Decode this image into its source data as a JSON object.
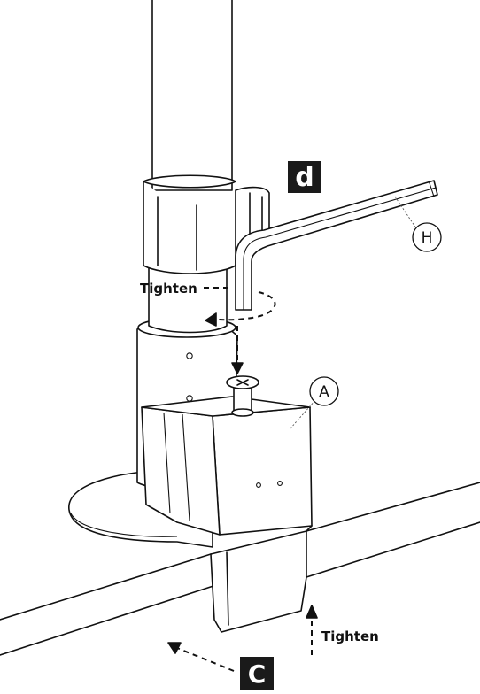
{
  "step_labels": {
    "d": "d",
    "c": "C"
  },
  "callouts": {
    "a": "A",
    "h": "H"
  },
  "instructions": {
    "tighten_top": "Tighten",
    "tighten_bottom": "Tighten"
  },
  "colors": {
    "line": "#111111",
    "step_badge_bg": "#1a1a1a",
    "background": "#ffffff"
  }
}
